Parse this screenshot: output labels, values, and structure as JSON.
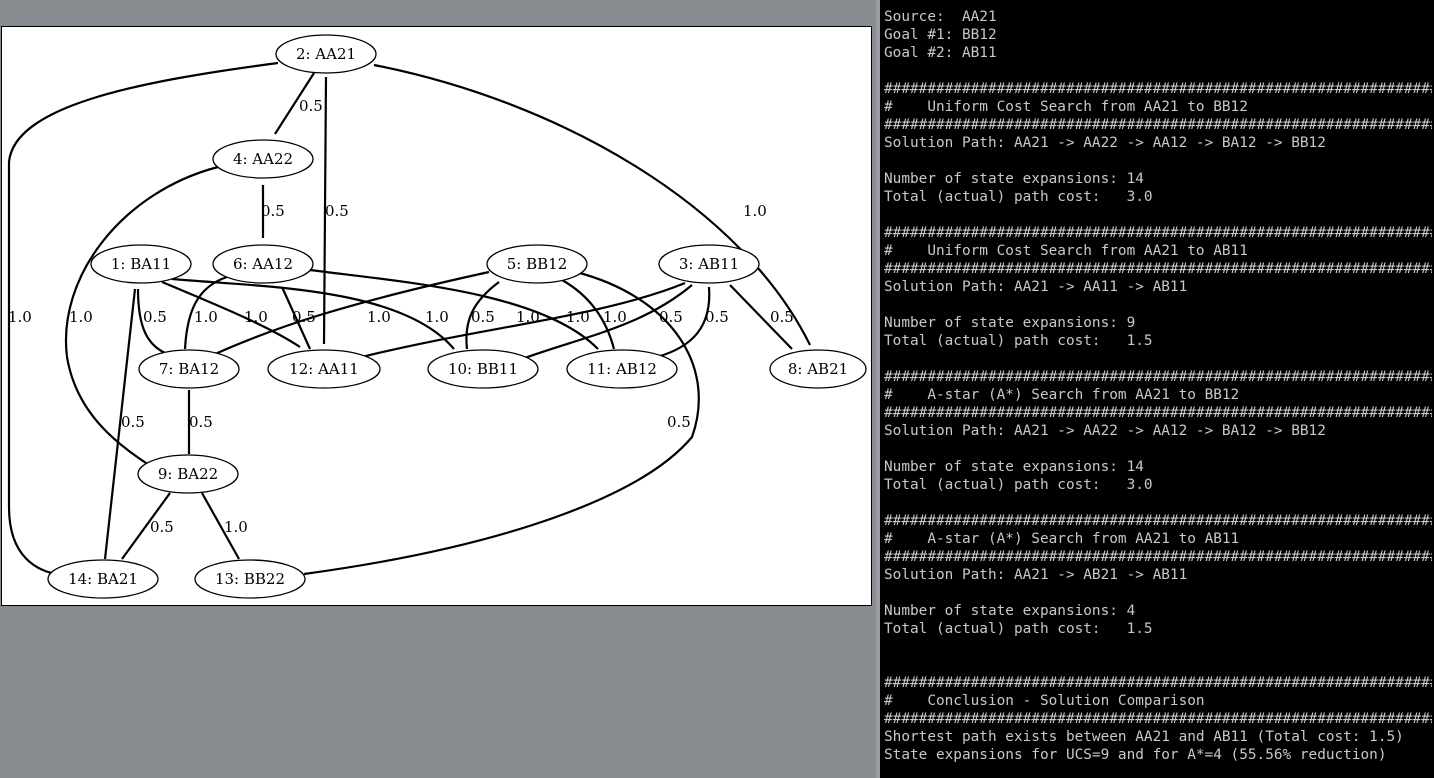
{
  "graph": {
    "nodes": [
      {
        "id": "n2",
        "label": "2: AA21"
      },
      {
        "id": "n4",
        "label": "4: AA22"
      },
      {
        "id": "n1",
        "label": "1: BA11"
      },
      {
        "id": "n6",
        "label": "6: AA12"
      },
      {
        "id": "n5",
        "label": "5: BB12"
      },
      {
        "id": "n3",
        "label": "3: AB11"
      },
      {
        "id": "n7",
        "label": "7: BA12"
      },
      {
        "id": "n12",
        "label": "12: AA11"
      },
      {
        "id": "n10",
        "label": "10: BB11"
      },
      {
        "id": "n11",
        "label": "11: AB12"
      },
      {
        "id": "n8",
        "label": "8: AB21"
      },
      {
        "id": "n9",
        "label": "9: BA22"
      },
      {
        "id": "n14",
        "label": "14: BA21"
      },
      {
        "id": "n13",
        "label": "13: BB22"
      }
    ],
    "edge_labels": [
      "0.5",
      "0.5",
      "1.0",
      "1.0",
      "1.0",
      "0.5",
      "0.5",
      "1.0",
      "1.0",
      "0.5",
      "1.0",
      "1.0",
      "0.5",
      "1.0",
      "1.0",
      "1.0",
      "0.5",
      "0.5",
      "0.5",
      "0.5",
      "0.5",
      "0.5",
      "1.0"
    ]
  },
  "terminal": {
    "lines": [
      "Source:  AA21",
      "Goal #1: BB12",
      "Goal #2: AB11",
      "",
      "#################################################################",
      "#    Uniform Cost Search from AA21 to BB12",
      "#################################################################",
      "Solution Path: AA21 -> AA22 -> AA12 -> BA12 -> BB12",
      "",
      "Number of state expansions: 14",
      "Total (actual) path cost:   3.0",
      "",
      "#################################################################",
      "#    Uniform Cost Search from AA21 to AB11",
      "#################################################################",
      "Solution Path: AA21 -> AA11 -> AB11",
      "",
      "Number of state expansions: 9",
      "Total (actual) path cost:   1.5",
      "",
      "#################################################################",
      "#    A-star (A*) Search from AA21 to BB12",
      "#################################################################",
      "Solution Path: AA21 -> AA22 -> AA12 -> BA12 -> BB12",
      "",
      "Number of state expansions: 14",
      "Total (actual) path cost:   3.0",
      "",
      "#################################################################",
      "#    A-star (A*) Search from AA21 to AB11",
      "#################################################################",
      "Solution Path: AA21 -> AB21 -> AB11",
      "",
      "Number of state expansions: 4",
      "Total (actual) path cost:   1.5",
      "",
      "",
      "#################################################################",
      "#    Conclusion - Solution Comparison                           #",
      "#################################################################",
      "Shortest path exists between AA21 and AB11 (Total cost: 1.5)",
      "State expansions for UCS=9 and for A*=4 (55.56% reduction)"
    ]
  }
}
